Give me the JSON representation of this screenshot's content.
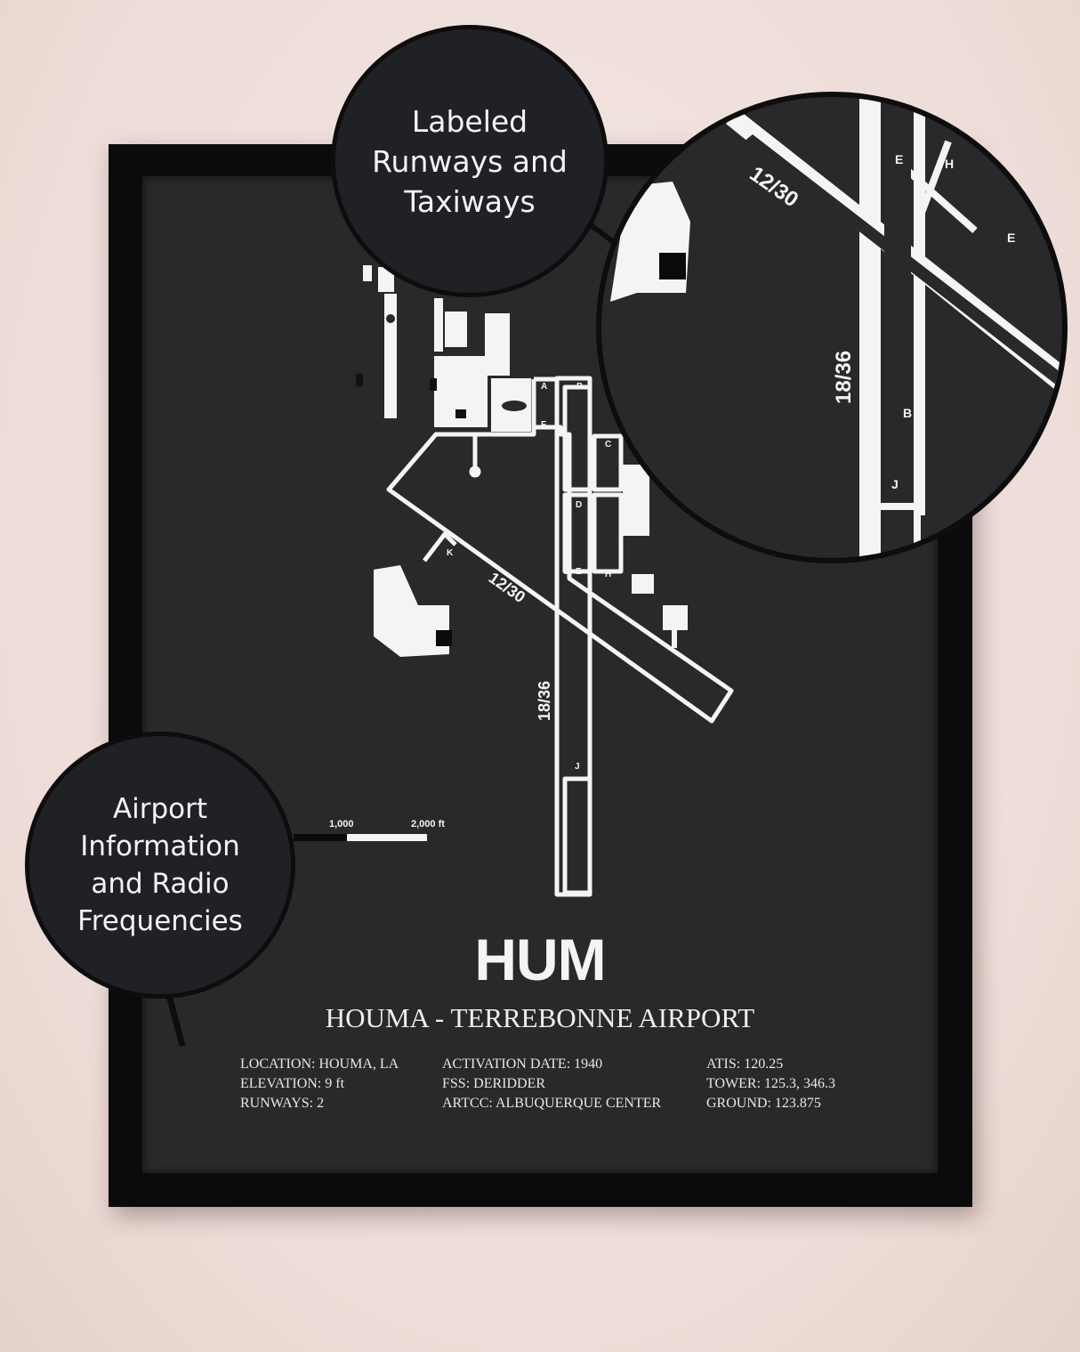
{
  "poster": {
    "airport_code": "HUM",
    "airport_name": "HOUMA - TERREBONNE AIRPORT",
    "info_columns": [
      [
        "LOCATION: HOUMA, LA",
        "ELEVATION: 9 ft",
        "RUNWAYS: 2"
      ],
      [
        "ACTIVATION DATE: 1940",
        "FSS: DERIDDER",
        "ARTCC: ALBUQUERQUE CENTER"
      ],
      [
        "ATIS: 120.25",
        "TOWER: 125.3, 346.3",
        "GROUND: 123.875"
      ]
    ],
    "scale_bar": {
      "label_1": "1,000",
      "label_2": "2,000 ft"
    },
    "runway_labels": {
      "rw1": "12/30",
      "rw2": "18/36"
    },
    "taxiway_labels": [
      "A",
      "B",
      "C",
      "D",
      "E",
      "F",
      "H",
      "J",
      "K"
    ]
  },
  "callouts": {
    "runways": "Labeled Runways and Taxiways",
    "runways_lines": [
      "Labeled",
      "Runways and",
      "Taxiways"
    ],
    "info": "Airport Information and Radio Frequencies",
    "info_lines": [
      "Airport",
      "Information",
      "and Radio",
      "Frequencies"
    ]
  },
  "zoom": {
    "rw1": "12/30",
    "rw2": "18/36",
    "taxiways": [
      "E",
      "H",
      "E",
      "B",
      "J"
    ]
  },
  "colors": {
    "wall": "#f1e3df",
    "frame": "#0b0b0c",
    "poster": "#29292b",
    "ink": "#f4f4f2"
  }
}
